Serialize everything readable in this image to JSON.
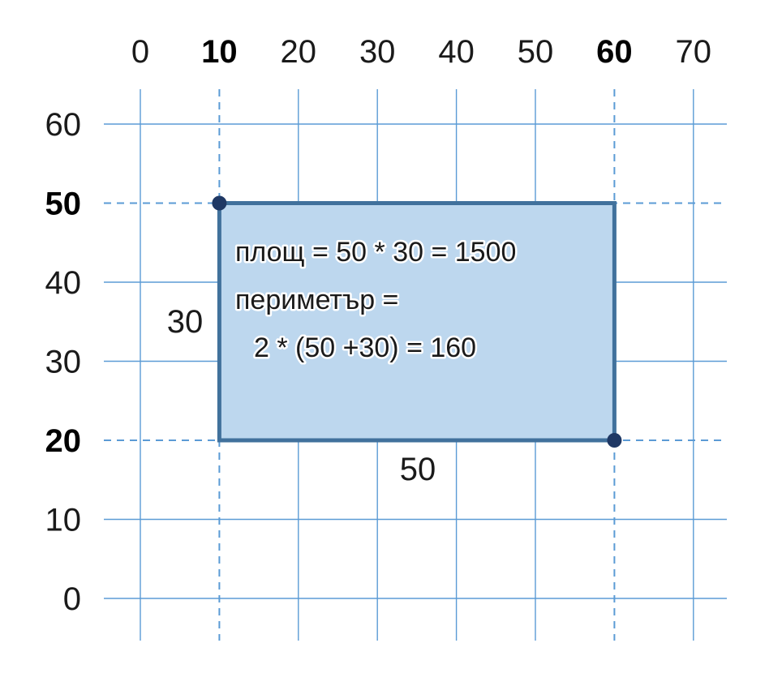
{
  "x_ticks": [
    {
      "label": "0",
      "value": 0,
      "bold": false
    },
    {
      "label": "10",
      "value": 10,
      "bold": true
    },
    {
      "label": "20",
      "value": 20,
      "bold": false
    },
    {
      "label": "30",
      "value": 30,
      "bold": false
    },
    {
      "label": "40",
      "value": 40,
      "bold": false
    },
    {
      "label": "50",
      "value": 50,
      "bold": false
    },
    {
      "label": "60",
      "value": 60,
      "bold": true
    },
    {
      "label": "70",
      "value": 70,
      "bold": false
    }
  ],
  "y_ticks": [
    {
      "label": "60",
      "value": 60,
      "bold": false
    },
    {
      "label": "50",
      "value": 50,
      "bold": true
    },
    {
      "label": "40",
      "value": 40,
      "bold": false
    },
    {
      "label": "30",
      "value": 30,
      "bold": false
    },
    {
      "label": "20",
      "value": 20,
      "bold": true
    },
    {
      "label": "10",
      "value": 10,
      "bold": false
    },
    {
      "label": "0",
      "value": 0,
      "bold": false
    }
  ],
  "rectangle": {
    "x_from": 10,
    "x_to": 60,
    "y_from": 20,
    "y_to": 50,
    "fill": "#bdd7ee",
    "stroke": "#41719c"
  },
  "corner_points": [
    {
      "x": 10,
      "y": 50
    },
    {
      "x": 60,
      "y": 20
    }
  ],
  "dimensions": {
    "height_label": "30",
    "width_label": "50"
  },
  "notes": {
    "area": "площ = 50 * 30 = 1500",
    "perimeter_line1": "периметър =",
    "perimeter_line2": "2 * (50 +30) = 160"
  },
  "colors": {
    "grid": "#5b9bd5",
    "corner_point": "#1f3864"
  }
}
